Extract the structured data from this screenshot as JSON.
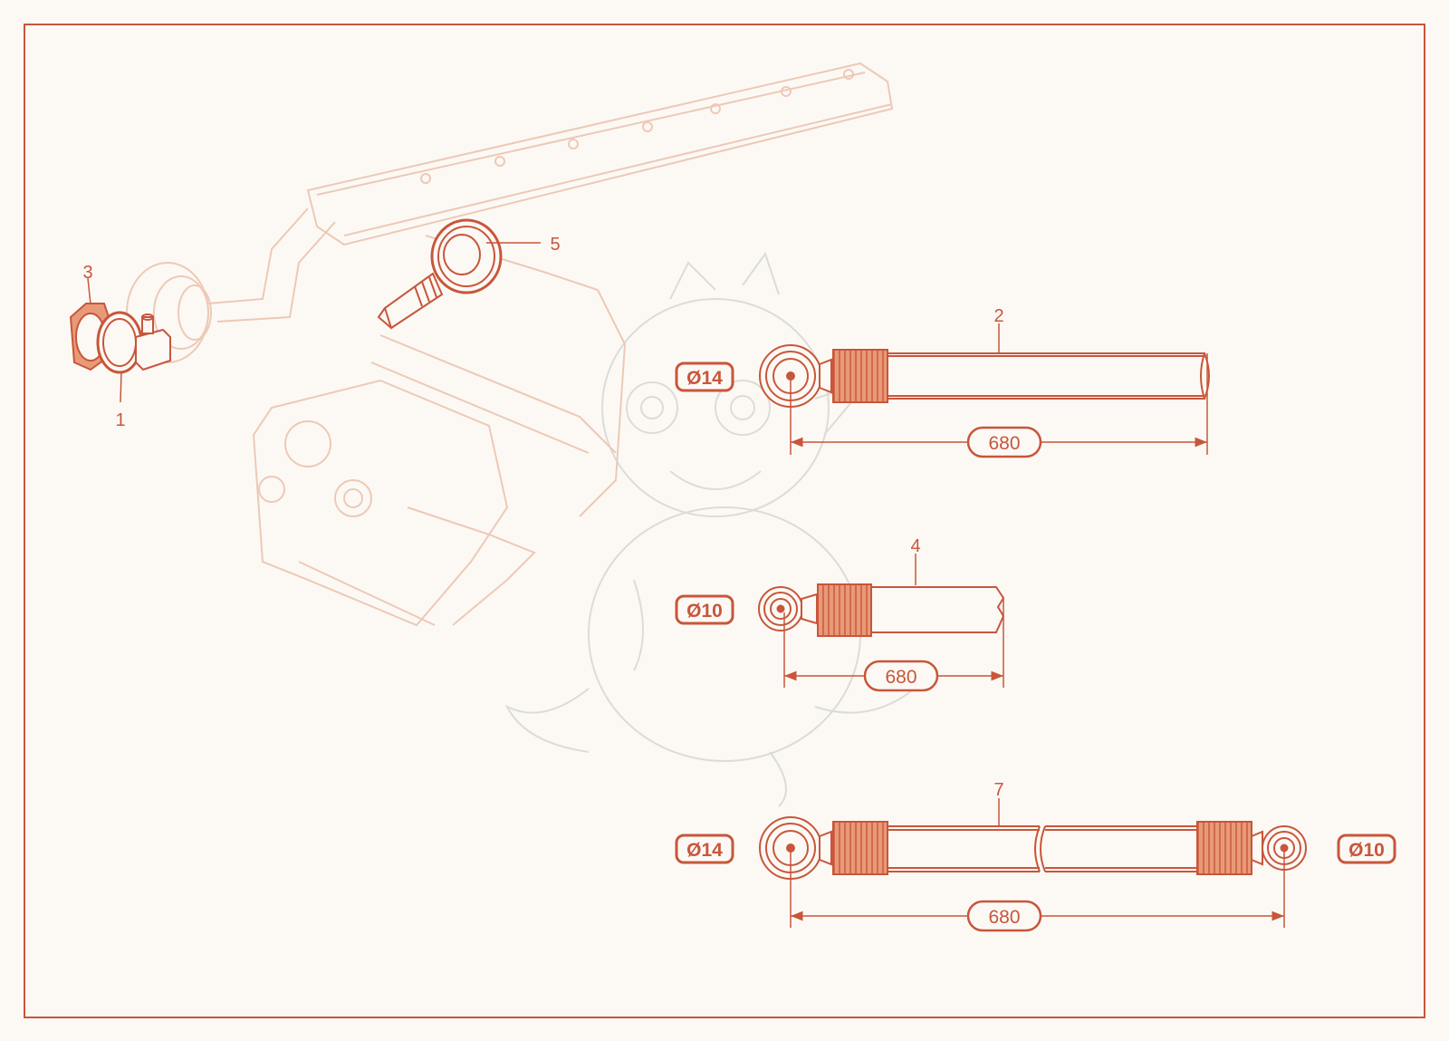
{
  "colors": {
    "accent": "#c8563a",
    "accent_fill": "#e89a78",
    "ghost": "#edc9b6",
    "ghost_dragon": "#dcdcd6",
    "background": "#fcf9f5"
  },
  "callouts": {
    "part1": "1",
    "part2": "2",
    "part3": "3",
    "part4": "4",
    "part5": "5",
    "part7": "7"
  },
  "badges": {
    "rod2_left_diameter": "Ø14",
    "rod4_left_diameter": "Ø10",
    "rod7_left_diameter": "Ø14",
    "rod7_right_diameter": "Ø10"
  },
  "dimensions": {
    "rod2_length": "680",
    "rod4_length": "680",
    "rod7_length": "680"
  }
}
